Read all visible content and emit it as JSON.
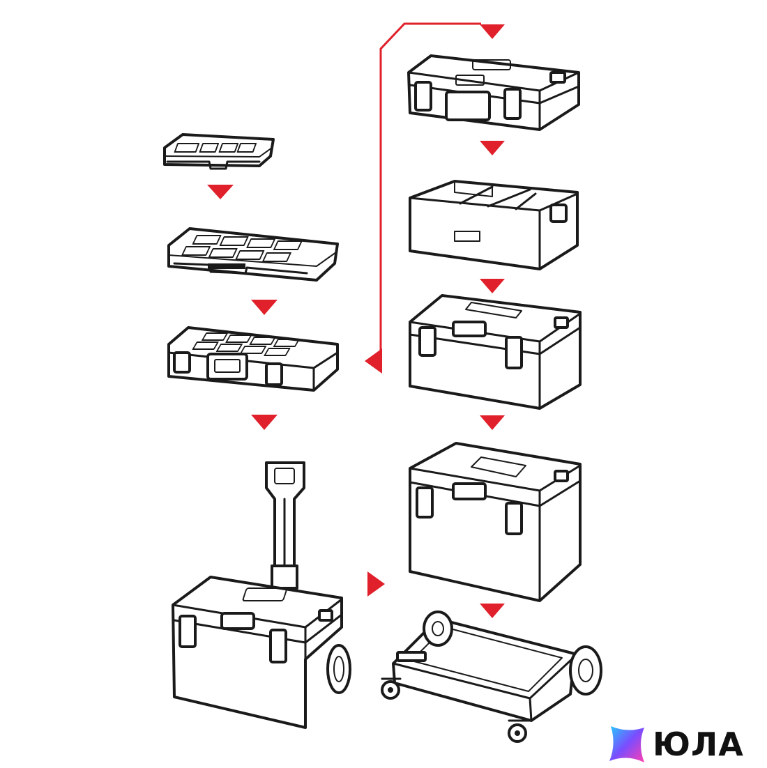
{
  "watermark": {
    "text": "ЮЛА",
    "logo_icon": "yula-star-logo-icon"
  },
  "colors": {
    "arrow": "#e0202a",
    "outline": "#1a1a1a",
    "background": "#ffffff"
  },
  "steps": [
    {
      "id": "small-organizer-tray",
      "icon": "small-organizer-tray-icon"
    },
    {
      "id": "organizer-tray",
      "icon": "organizer-tray-icon"
    },
    {
      "id": "organizer-case",
      "icon": "organizer-case-icon"
    },
    {
      "id": "trolley-toolbox",
      "icon": "trolley-toolbox-icon"
    },
    {
      "id": "tool-case",
      "icon": "tool-case-icon"
    },
    {
      "id": "open-bin",
      "icon": "open-bin-icon"
    },
    {
      "id": "medium-toolbox",
      "icon": "medium-toolbox-icon"
    },
    {
      "id": "large-toolbox",
      "icon": "large-toolbox-icon"
    },
    {
      "id": "wheeled-platform",
      "icon": "wheeled-platform-icon"
    }
  ]
}
